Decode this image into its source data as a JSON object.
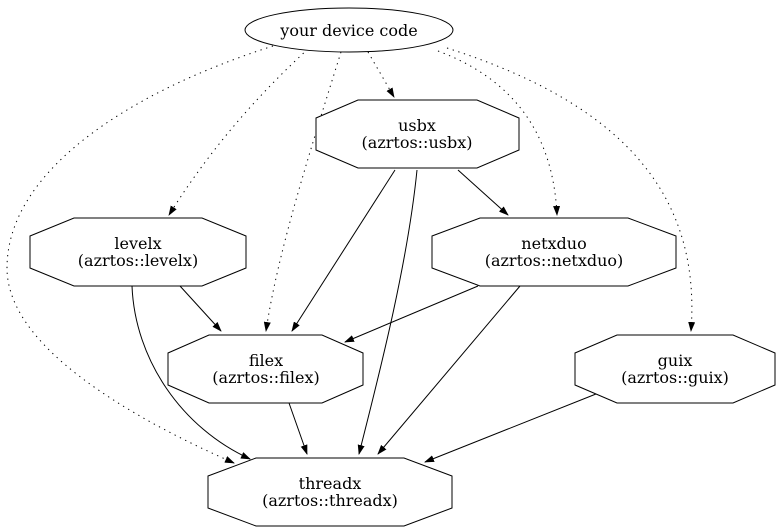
{
  "diagram": {
    "type": "dependency-graph",
    "background_color": "#ffffff",
    "line_color": "#000000",
    "nodes": [
      {
        "id": "device",
        "shape": "ellipse",
        "label": "your device code"
      },
      {
        "id": "usbx",
        "shape": "octagon",
        "line1": "usbx",
        "line2": "(azrtos::usbx)"
      },
      {
        "id": "levelx",
        "shape": "octagon",
        "line1": "levelx",
        "line2": "(azrtos::levelx)"
      },
      {
        "id": "netxduo",
        "shape": "octagon",
        "line1": "netxduo",
        "line2": "(azrtos::netxduo)"
      },
      {
        "id": "filex",
        "shape": "octagon",
        "line1": "filex",
        "line2": "(azrtos::filex)"
      },
      {
        "id": "guix",
        "shape": "octagon",
        "line1": "guix",
        "line2": "(azrtos::guix)"
      },
      {
        "id": "threadx",
        "shape": "octagon",
        "line1": "threadx",
        "line2": "(azrtos::threadx)"
      }
    ],
    "edges": [
      {
        "from": "device",
        "to": "usbx",
        "style": "dotted"
      },
      {
        "from": "device",
        "to": "levelx",
        "style": "dotted"
      },
      {
        "from": "device",
        "to": "netxduo",
        "style": "dotted"
      },
      {
        "from": "device",
        "to": "filex",
        "style": "dotted"
      },
      {
        "from": "device",
        "to": "guix",
        "style": "dotted"
      },
      {
        "from": "device",
        "to": "threadx",
        "style": "dotted"
      },
      {
        "from": "usbx",
        "to": "netxduo",
        "style": "solid"
      },
      {
        "from": "usbx",
        "to": "filex",
        "style": "solid"
      },
      {
        "from": "usbx",
        "to": "threadx",
        "style": "solid"
      },
      {
        "from": "levelx",
        "to": "filex",
        "style": "solid"
      },
      {
        "from": "levelx",
        "to": "threadx",
        "style": "solid"
      },
      {
        "from": "netxduo",
        "to": "filex",
        "style": "solid"
      },
      {
        "from": "netxduo",
        "to": "threadx",
        "style": "solid"
      },
      {
        "from": "filex",
        "to": "threadx",
        "style": "solid"
      },
      {
        "from": "guix",
        "to": "threadx",
        "style": "solid"
      }
    ]
  }
}
